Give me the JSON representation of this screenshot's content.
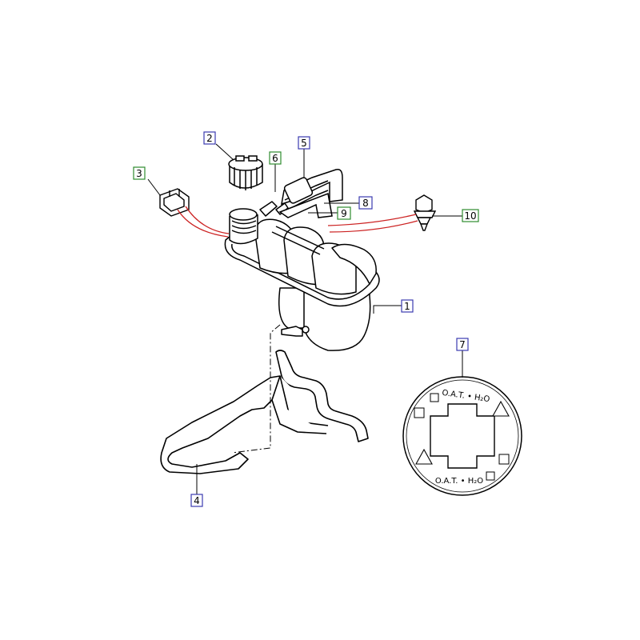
{
  "diagram": {
    "callouts": [
      {
        "id": "c1",
        "text": "1",
        "box_color": "#3b3bb0"
      },
      {
        "id": "c2",
        "text": "2",
        "box_color": "#3b3bb0"
      },
      {
        "id": "c3",
        "text": "3",
        "box_color": "#2e8b2e"
      },
      {
        "id": "c4",
        "text": "4",
        "box_color": "#3b3bb0"
      },
      {
        "id": "c5",
        "text": "5",
        "box_color": "#3b3bb0"
      },
      {
        "id": "c6",
        "text": "6",
        "box_color": "#2e8b2e"
      },
      {
        "id": "c7",
        "text": "7",
        "box_color": "#3b3bb0"
      },
      {
        "id": "c8",
        "text": "8",
        "box_color": "#3b3bb0"
      },
      {
        "id": "c9",
        "text": "9",
        "box_color": "#2e8b2e"
      },
      {
        "id": "c10",
        "text": "10",
        "box_color": "#2e8b2e"
      }
    ],
    "cap_label": {
      "top_text": "O.A.T. • H₂O",
      "bottom_text": "O.A.T. • H₂O"
    },
    "colors": {
      "line": "#000000",
      "wire": "#cc2222",
      "blue_box": "#3b3bb0",
      "green_box": "#2e8b2e"
    }
  }
}
